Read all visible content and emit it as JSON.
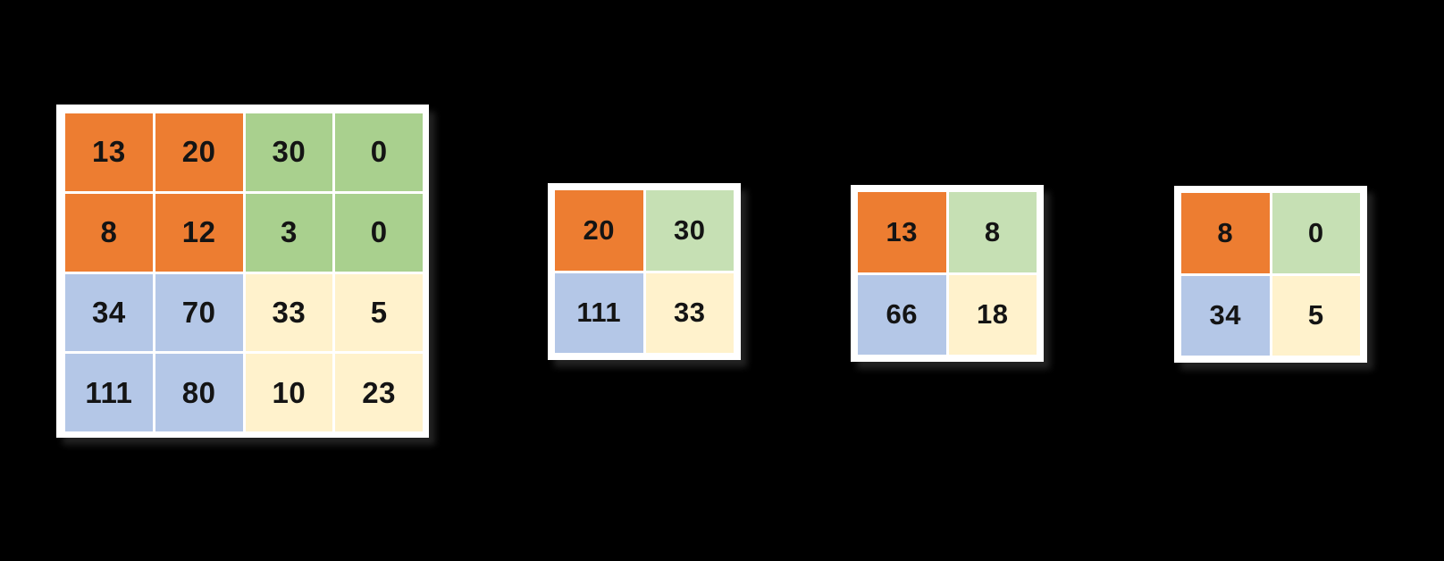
{
  "background_color": "#000000",
  "colors": {
    "orange": "#ED7D31",
    "green_dark": "#A9D08E",
    "green_light": "#C6E0B4",
    "blue": "#B4C7E7",
    "cream": "#FFF2CC",
    "frame_white": "#FFFFFF",
    "number_text": "#141414"
  },
  "input_grid": {
    "values": [
      [
        13,
        20,
        30,
        0
      ],
      [
        8,
        12,
        3,
        0
      ],
      [
        34,
        70,
        33,
        5
      ],
      [
        111,
        80,
        10,
        23
      ]
    ],
    "cell_colors": [
      [
        "orange",
        "orange",
        "green_dark",
        "green_dark"
      ],
      [
        "orange",
        "orange",
        "green_dark",
        "green_dark"
      ],
      [
        "blue",
        "blue",
        "cream",
        "cream"
      ],
      [
        "blue",
        "blue",
        "cream",
        "cream"
      ]
    ]
  },
  "pooled_grids": [
    {
      "values": [
        [
          20,
          30
        ],
        [
          111,
          33
        ]
      ],
      "cell_colors": [
        [
          "orange",
          "green_light"
        ],
        [
          "blue",
          "cream"
        ]
      ]
    },
    {
      "values": [
        [
          13,
          8
        ],
        [
          66,
          18
        ]
      ],
      "cell_colors": [
        [
          "orange",
          "green_light"
        ],
        [
          "blue",
          "cream"
        ]
      ]
    },
    {
      "values": [
        [
          8,
          0
        ],
        [
          34,
          5
        ]
      ],
      "cell_colors": [
        [
          "orange",
          "green_light"
        ],
        [
          "blue",
          "cream"
        ]
      ]
    }
  ]
}
